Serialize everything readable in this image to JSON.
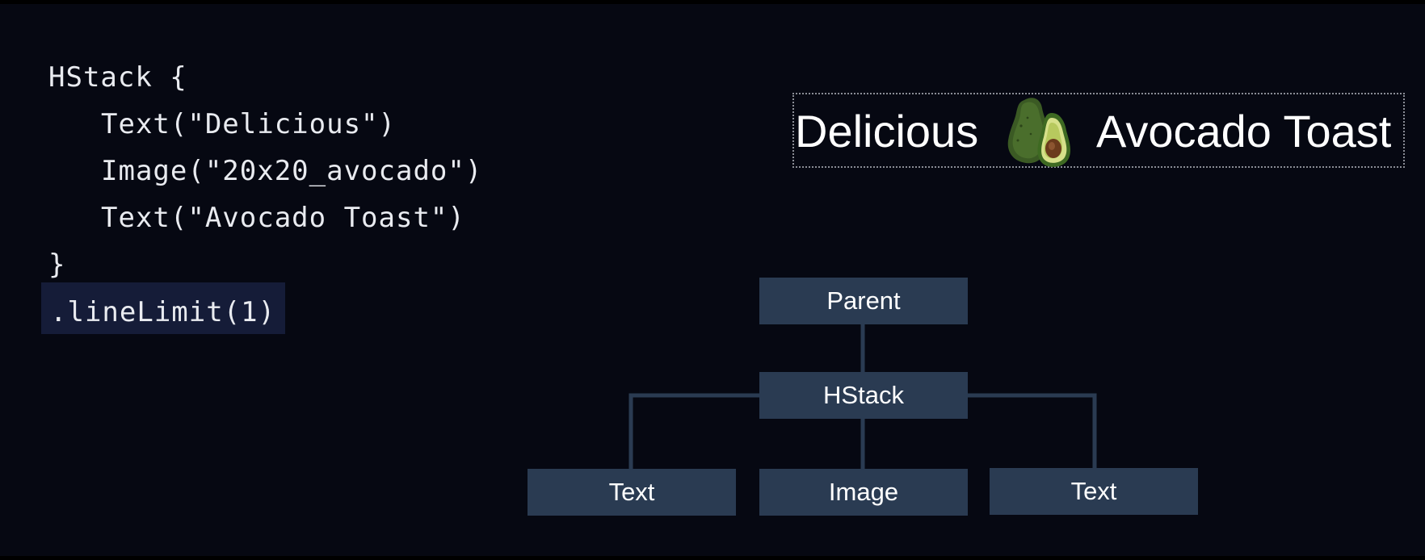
{
  "code": {
    "lines": [
      "HStack {",
      "Text(\"Delicious\")",
      "Image(\"20x20_avocado\")",
      "Text(\"Avocado Toast\")",
      "}"
    ],
    "modifier": ".lineLimit(1)"
  },
  "preview": {
    "left_text": "Delicious",
    "image_icon": "avocado-icon",
    "right_text": "Avocado Toast"
  },
  "tree": {
    "root": "Parent",
    "stack": "HStack",
    "children": [
      "Text",
      "Image",
      "Text"
    ]
  },
  "colors": {
    "background": "#060812",
    "node_fill": "#2a3b52",
    "highlight": "#151c38",
    "text": "#ffffff"
  }
}
